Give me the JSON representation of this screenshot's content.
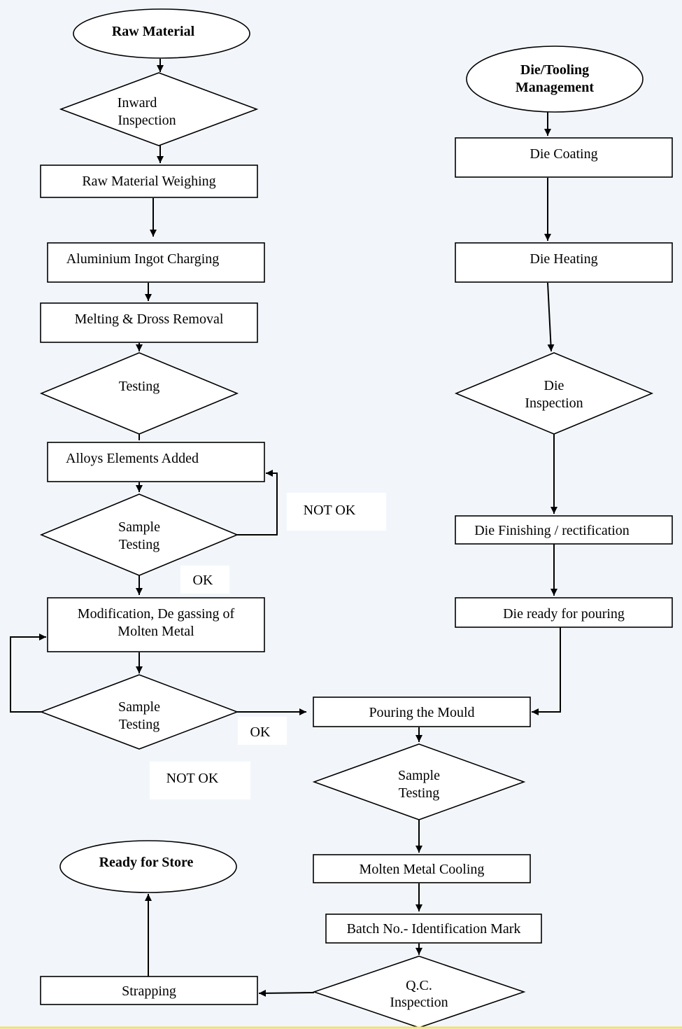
{
  "flowchart": {
    "raw_material": "Raw Material",
    "inward_inspection": [
      "Inward",
      "Inspection"
    ],
    "raw_material_weighing": "Raw Material Weighing",
    "aluminium_ingot_charging": "Aluminium Ingot Charging",
    "melting_dross_removal": "Melting & Dross Removal",
    "testing": "Testing",
    "alloys_elements_added": "Alloys Elements Added",
    "sample_testing_1": [
      "Sample",
      "Testing"
    ],
    "not_ok_1": "NOT  OK",
    "ok_1": "OK",
    "modification_degassing": [
      "Modification, De gassing of",
      "Molten Metal"
    ],
    "sample_testing_2": [
      "Sample",
      "Testing"
    ],
    "ok_2": "OK",
    "not_ok_2": "NOT  OK",
    "pouring_the_mould": "Pouring the Mould",
    "sample_testing_3": [
      "Sample",
      "Testing"
    ],
    "molten_metal_cooling": "Molten Metal Cooling",
    "batch_identification": "Batch No.- Identification Mark",
    "qc_inspection": [
      "Q.C.",
      "Inspection"
    ],
    "strapping": "Strapping",
    "ready_for_store": "Ready for Store",
    "die_tooling_management": [
      "Die/Tooling",
      "Management"
    ],
    "die_coating": "Die Coating",
    "die_heating": "Die Heating",
    "die_inspection": [
      "Die",
      "Inspection"
    ],
    "die_finishing": "Die Finishing / rectification",
    "die_ready": "Die ready for pouring"
  }
}
